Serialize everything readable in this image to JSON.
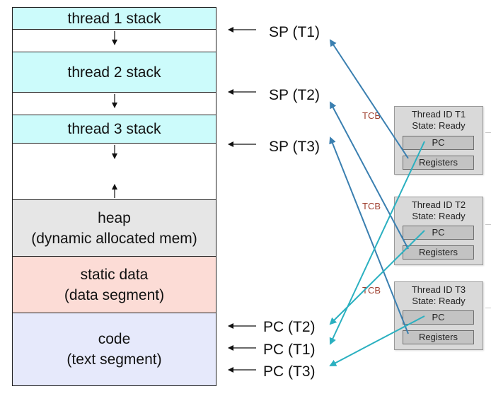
{
  "memory": {
    "thread1_stack": "thread 1 stack",
    "thread2_stack": "thread 2 stack",
    "thread3_stack": "thread 3 stack",
    "heap_line1": "heap",
    "heap_line2": "(dynamic allocated mem)",
    "static_line1": "static data",
    "static_line2": "(data segment)",
    "code_line1": "code",
    "code_line2": "(text segment)"
  },
  "pointers": {
    "sp_t1": "SP (T1)",
    "sp_t2": "SP (T2)",
    "sp_t3": "SP (T3)",
    "pc_t2": "PC (T2)",
    "pc_t1": "PC (T1)",
    "pc_t3": "PC (T3)"
  },
  "tcbs": [
    {
      "tag": "TCB",
      "id": "Thread ID T1",
      "state": "State: Ready",
      "pc": "PC",
      "registers": "Registers"
    },
    {
      "tag": "TCB",
      "id": "Thread ID T2",
      "state": "State: Ready",
      "pc": "PC",
      "registers": "Registers"
    },
    {
      "tag": "TCB",
      "id": "Thread ID T3",
      "state": "State: Ready",
      "pc": "PC",
      "registers": "Registers"
    }
  ],
  "colors": {
    "stack": "#ccfbfb",
    "heap": "#e6e6e6",
    "static": "#fcdcd6",
    "code": "#e6e9fb",
    "link_arrow": "#3a7fb0",
    "pc_arrow": "#2ab0c0"
  }
}
